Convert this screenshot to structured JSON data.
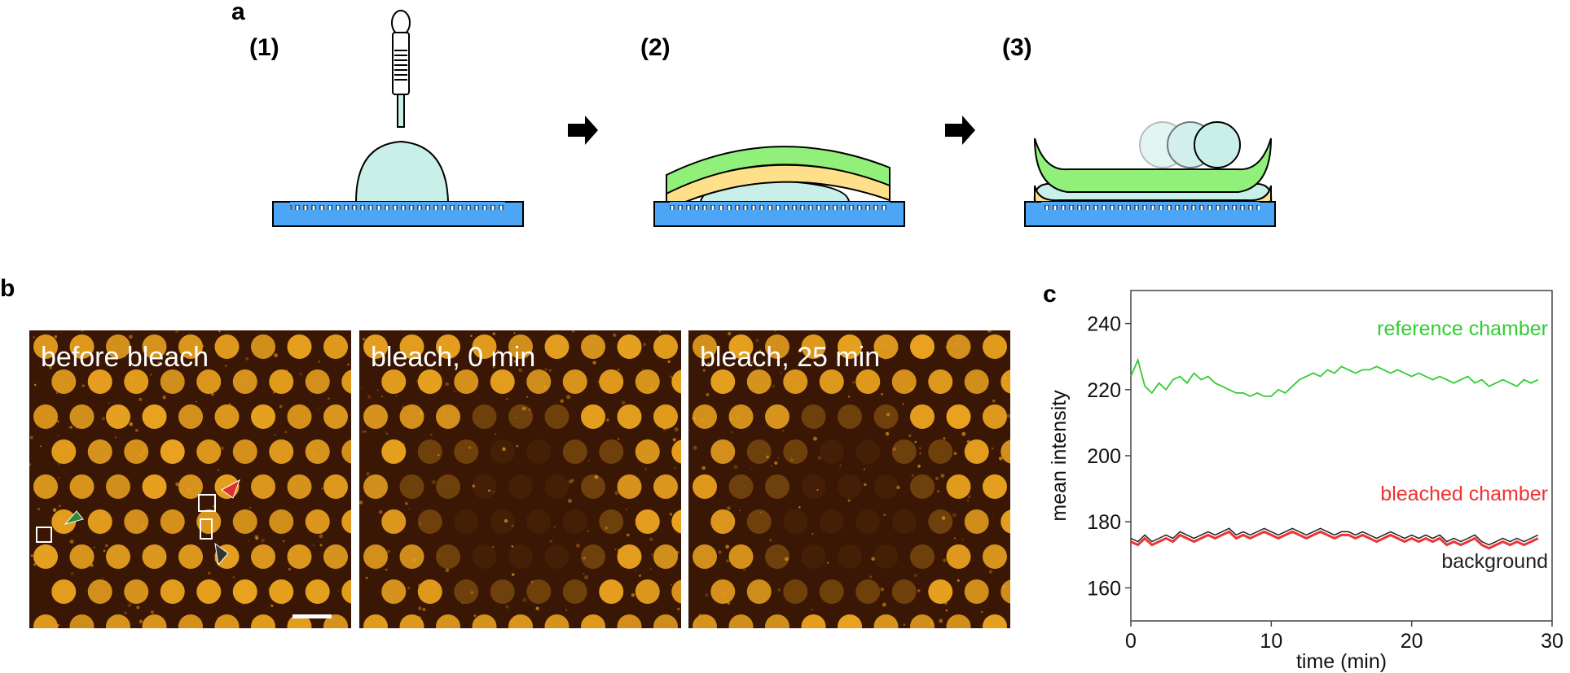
{
  "figure": {
    "panel_a": {
      "letter": "a",
      "steps": [
        "(1)",
        "(2)",
        "(3)"
      ]
    },
    "panel_b": {
      "letter": "b",
      "images": [
        {
          "label": "before bleach",
          "bleach": false
        },
        {
          "label": "bleach, 0 min",
          "bleach": true
        },
        {
          "label": "bleach, 25 min",
          "bleach": true
        }
      ],
      "colors": {
        "background": "#3a1604",
        "chamber": "#e9a21f"
      },
      "marker_colors": {
        "green": "#2e8b3a",
        "red": "#e03030",
        "gray": "#333333"
      }
    },
    "panel_c": {
      "letter": "c"
    }
  },
  "chart_data": {
    "type": "line",
    "xlabel": "time (min)",
    "ylabel": "mean intensity",
    "xlim": [
      0,
      30
    ],
    "ylim": [
      150,
      250
    ],
    "xticks": [
      0,
      10,
      20,
      30
    ],
    "yticks": [
      160,
      180,
      200,
      220,
      240
    ],
    "grid": false,
    "series": [
      {
        "name": "reference chamber",
        "color": "#33cc33",
        "x": [
          0,
          0.5,
          1,
          1.5,
          2,
          2.5,
          3,
          3.5,
          4,
          4.5,
          5,
          5.5,
          6,
          6.5,
          7,
          7.5,
          8,
          8.5,
          9,
          9.5,
          10,
          10.5,
          11,
          11.5,
          12,
          12.5,
          13,
          13.5,
          14,
          14.5,
          15,
          15.5,
          16,
          16.5,
          17,
          17.5,
          18,
          18.5,
          19,
          19.5,
          20,
          20.5,
          21,
          21.5,
          22,
          22.5,
          23,
          23.5,
          24,
          24.5,
          25,
          25.5,
          26,
          26.5,
          27,
          27.5,
          28,
          28.5,
          29
        ],
        "y": [
          224,
          229,
          221,
          219,
          222,
          220,
          223,
          224,
          222,
          225,
          223,
          224,
          222,
          221,
          220,
          219,
          219,
          218,
          219,
          218,
          218,
          220,
          219,
          221,
          223,
          224,
          225,
          224,
          226,
          225,
          227,
          226,
          225,
          226,
          226,
          227,
          226,
          225,
          226,
          225,
          224,
          225,
          224,
          223,
          224,
          223,
          222,
          223,
          224,
          222,
          223,
          221,
          222,
          223,
          222,
          221,
          223,
          222,
          223
        ]
      },
      {
        "name": "bleached chamber",
        "color": "#ee3333",
        "x": [
          0,
          0.5,
          1,
          1.5,
          2,
          2.5,
          3,
          3.5,
          4,
          4.5,
          5,
          5.5,
          6,
          6.5,
          7,
          7.5,
          8,
          8.5,
          9,
          9.5,
          10,
          10.5,
          11,
          11.5,
          12,
          12.5,
          13,
          13.5,
          14,
          14.5,
          15,
          15.5,
          16,
          16.5,
          17,
          17.5,
          18,
          18.5,
          19,
          19.5,
          20,
          20.5,
          21,
          21.5,
          22,
          22.5,
          23,
          23.5,
          24,
          24.5,
          25,
          25.5,
          26,
          26.5,
          27,
          27.5,
          28,
          28.5,
          29
        ],
        "y": [
          174,
          173,
          175,
          173,
          174,
          175,
          174,
          176,
          175,
          174,
          175,
          176,
          175,
          176,
          177,
          175,
          176,
          175,
          176,
          177,
          176,
          175,
          176,
          177,
          176,
          175,
          176,
          177,
          176,
          175,
          176,
          176,
          175,
          176,
          175,
          174,
          175,
          176,
          175,
          174,
          175,
          174,
          175,
          174,
          175,
          173,
          174,
          173,
          174,
          175,
          173,
          172,
          173,
          174,
          173,
          174,
          173,
          174,
          175
        ]
      },
      {
        "name": "background",
        "color": "#222222",
        "x": [
          0,
          0.5,
          1,
          1.5,
          2,
          2.5,
          3,
          3.5,
          4,
          4.5,
          5,
          5.5,
          6,
          6.5,
          7,
          7.5,
          8,
          8.5,
          9,
          9.5,
          10,
          10.5,
          11,
          11.5,
          12,
          12.5,
          13,
          13.5,
          14,
          14.5,
          15,
          15.5,
          16,
          16.5,
          17,
          17.5,
          18,
          18.5,
          19,
          19.5,
          20,
          20.5,
          21,
          21.5,
          22,
          22.5,
          23,
          23.5,
          24,
          24.5,
          25,
          25.5,
          26,
          26.5,
          27,
          27.5,
          28,
          28.5,
          29
        ],
        "y": [
          175,
          174,
          176,
          174,
          175,
          176,
          175,
          177,
          176,
          175,
          176,
          177,
          176,
          177,
          178,
          176,
          177,
          176,
          177,
          178,
          177,
          176,
          177,
          178,
          177,
          176,
          177,
          178,
          177,
          176,
          177,
          177,
          176,
          177,
          176,
          175,
          176,
          177,
          176,
          175,
          176,
          175,
          176,
          175,
          176,
          174,
          175,
          174,
          175,
          176,
          174,
          173,
          174,
          175,
          174,
          175,
          174,
          175,
          176
        ]
      }
    ]
  }
}
